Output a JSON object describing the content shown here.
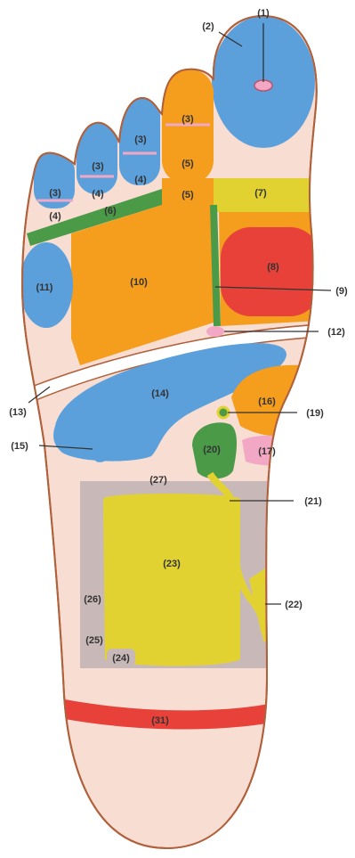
{
  "colors": {
    "skin": "#f7ddd2",
    "outline": "#b0603a",
    "blue": "#5b9fdb",
    "orange": "#f59d1c",
    "yellow": "#e1d232",
    "green": "#4a9a47",
    "red": "#e8413a",
    "pink": "#f2a8c4",
    "gray": "#c8b8b8"
  },
  "labels": {
    "l1": "(1)",
    "l2": "(2)",
    "l3": "(3)",
    "l4": "(4)",
    "l5": "(5)",
    "l6": "(6)",
    "l7": "(7)",
    "l8": "(8)",
    "l9": "(9)",
    "l10": "(10)",
    "l11": "(11)",
    "l12": "(12)",
    "l13": "(13)",
    "l14": "(14)",
    "l15": "(15)",
    "l16": "(16)",
    "l17": "(17)",
    "l19": "(19)",
    "l20": "(20)",
    "l21": "(21)",
    "l22": "(22)",
    "l23": "(23)",
    "l24": "(24)",
    "l25": "(25)",
    "l26": "(26)",
    "l27": "(27)",
    "l31": "(31)"
  }
}
